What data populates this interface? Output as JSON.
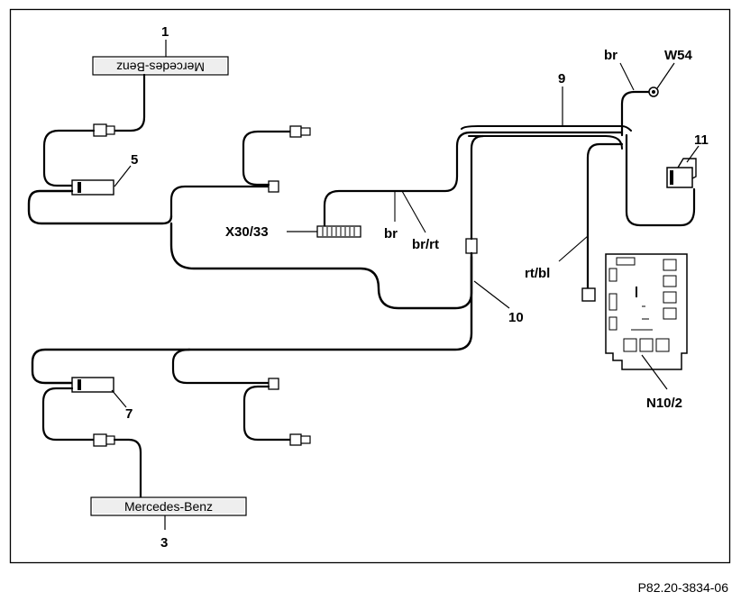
{
  "callouts": {
    "c1": "1",
    "c3": "3",
    "c5": "5",
    "c7": "7",
    "c9": "9",
    "c10": "10",
    "c11": "11",
    "x30": "X30/33",
    "br_a": "br",
    "br_rt": "br/rt",
    "br_top": "br",
    "w54": "W54",
    "rt_bl": "rt/bl",
    "n10": "N10/2"
  },
  "plates": {
    "top_text": "Mercedes-Benz",
    "bottom_text": "Mercedes-Benz"
  },
  "reference_code": "P82.20-3834-06"
}
